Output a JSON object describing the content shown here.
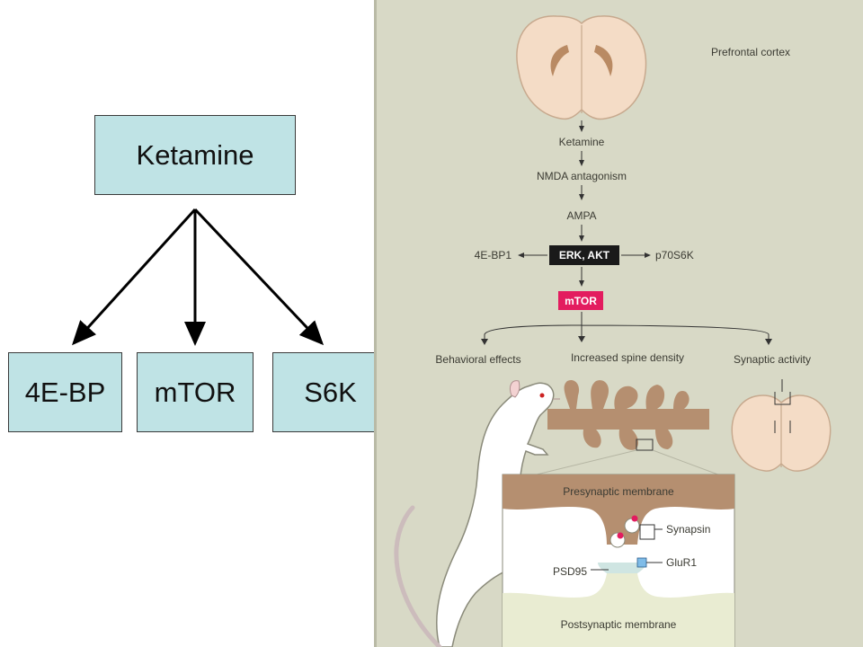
{
  "left_diagram": {
    "source": "Ketamine",
    "targets": [
      "4E-BP",
      "mTOR",
      "S6K"
    ]
  },
  "panel": {
    "region_label": "Prefrontal cortex",
    "cascade": [
      "Ketamine",
      "NMDA antagonism",
      "AMPA"
    ],
    "kinases": "ERK, AKT",
    "left_branch": "4E-BP1",
    "right_branch": "p70S6K",
    "hub": "mTOR",
    "outcomes": [
      "Behavioral effects",
      "Increased spine density",
      "Synaptic activity"
    ],
    "synapse": {
      "presynaptic": "Presynaptic membrane",
      "postsynaptic": "Postsynaptic membrane",
      "synapsin": "Synapsin",
      "glur1": "GluR1",
      "psd95": "PSD95"
    }
  },
  "colors": {
    "box_fill": "#bfe3e5",
    "panel_bg": "#d8d9c6",
    "erk_box": "#1a1a1a",
    "mtor_box": "#e31c5f"
  }
}
